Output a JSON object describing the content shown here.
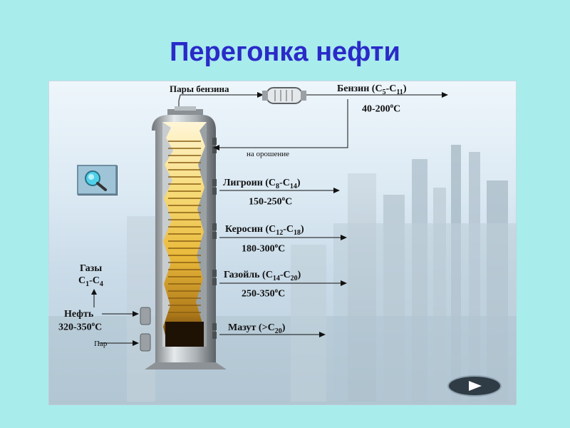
{
  "title": "Перегонка нефти",
  "labels": {
    "vapors": "Пары бензина",
    "gasoline_name": "Бензин (C",
    "gasoline_sub1": "5",
    "gasoline_mid": "-C",
    "gasoline_sub2": "11",
    "gasoline_end": ")",
    "gasoline_temp": "40-200",
    "reflux": "на орошение",
    "ligroin_name": "Лигроин (C",
    "ligroin_sub1": "8",
    "ligroin_sub2": "14",
    "ligroin_temp": "150-250",
    "kerosene_name": "Керосин (C",
    "kerosene_sub1": "12",
    "kerosene_sub2": "18",
    "kerosene_temp": "180-300",
    "gasoil_name": "Газойль (C",
    "gasoil_sub1": "14",
    "gasoil_sub2": "20",
    "gasoil_temp": "250-350",
    "mazut_name": "Мазут (>C",
    "mazut_sub": "20",
    "mazut_end": ")",
    "gases_title": "Газы",
    "gases_c": "C",
    "gases_sub1": "1",
    "gases_sub2": "4",
    "oil_title": "Нефть",
    "oil_temp": "320-350",
    "steam": "Пар",
    "deg": "o",
    "celsius": "C",
    "dash_c": "-C",
    "close_paren": ")"
  },
  "icons": {
    "magnifier": "magnifier-icon",
    "play": "play-icon"
  }
}
